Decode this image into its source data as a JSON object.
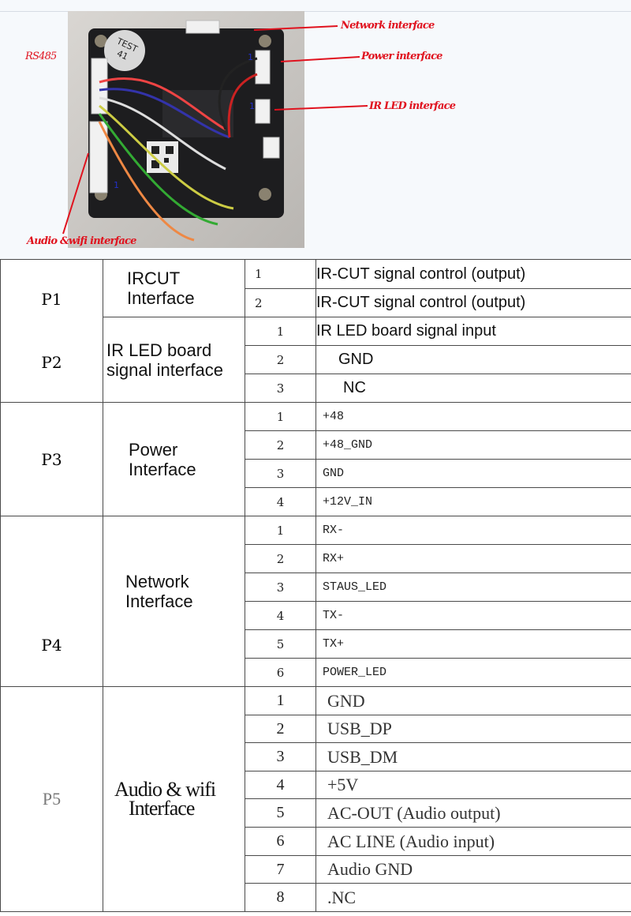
{
  "callouts": {
    "rs485": "RS485",
    "network": "Network interface",
    "power": "Power interface",
    "irled": "IR LED interface",
    "audio": "Audio &wifi  interface"
  },
  "board": {
    "test_sticker_top": "TEST",
    "test_sticker_num": "41",
    "pin_marker": "1"
  },
  "groups": [
    {
      "pins_label": [
        "P1",
        "P2"
      ],
      "interfaces": [
        {
          "name": [
            "IRCUT",
            "Interface"
          ],
          "rows": [
            {
              "n": "1",
              "fn": "IR-CUT signal control (output)"
            },
            {
              "n": "2",
              "fn": "IR-CUT signal control (output)"
            }
          ]
        },
        {
          "name": [
            "IR LED board",
            "signal interface"
          ],
          "rows": [
            {
              "n": "1",
              "fn": "IR LED board signal input"
            },
            {
              "n": "2",
              "fn": "GND"
            },
            {
              "n": "3",
              "fn": "NC"
            }
          ]
        }
      ]
    },
    {
      "pins_label": [
        "P3"
      ],
      "interfaces": [
        {
          "name": [
            "Power",
            "Interface"
          ],
          "rows": [
            {
              "n": "1",
              "fn": "+48"
            },
            {
              "n": "2",
              "fn": "+48_GND"
            },
            {
              "n": "3",
              "fn": "GND"
            },
            {
              "n": "4",
              "fn": "+12V_IN"
            }
          ]
        }
      ]
    },
    {
      "pins_label": [
        "P4"
      ],
      "interfaces": [
        {
          "name": [
            "Network",
            "Interface"
          ],
          "rows": [
            {
              "n": "1",
              "fn": "RX-"
            },
            {
              "n": "2",
              "fn": "RX+"
            },
            {
              "n": "3",
              "fn": "STAUS_LED"
            },
            {
              "n": "4",
              "fn": "TX-"
            },
            {
              "n": "5",
              "fn": "TX+"
            },
            {
              "n": "6",
              "fn": "POWER_LED"
            }
          ]
        }
      ]
    },
    {
      "pins_label": [
        "P5"
      ],
      "interfaces": [
        {
          "name": [
            "Audio & wifi",
            "Interface"
          ],
          "rows": [
            {
              "n": "1",
              "fn": "GND"
            },
            {
              "n": "2",
              "fn": "USB_DP"
            },
            {
              "n": "3",
              "fn": "USB_DM"
            },
            {
              "n": "4",
              "fn": "+5V"
            },
            {
              "n": "5",
              "fn": "AC-OUT  (Audio  output)"
            },
            {
              "n": "6",
              "fn": "AC LINE  (Audio input)"
            },
            {
              "n": "7",
              "fn": "Audio GND"
            },
            {
              "n": "8",
              "fn": ".NC"
            }
          ]
        }
      ]
    }
  ]
}
